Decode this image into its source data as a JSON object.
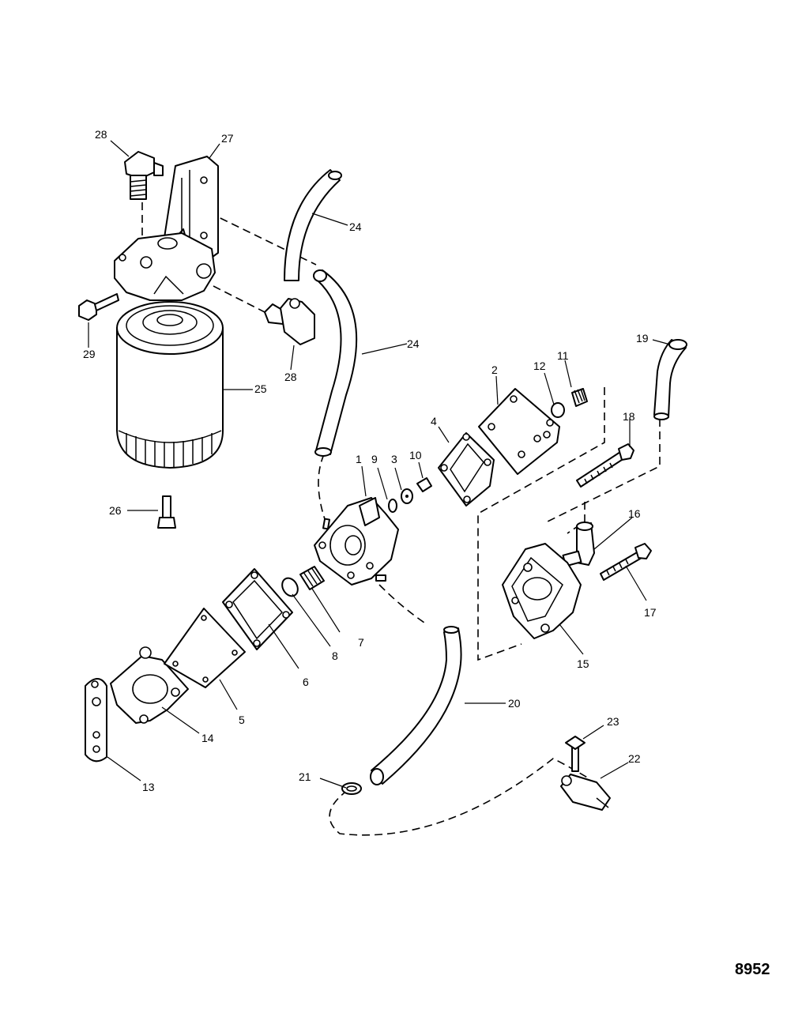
{
  "figure_number": "8952",
  "labels": {
    "p1": "1",
    "p2": "2",
    "p3": "3",
    "p4": "4",
    "p5": "5",
    "p6": "6",
    "p7": "7",
    "p8": "8",
    "p9": "9",
    "p10": "10",
    "p11": "11",
    "p12": "12",
    "p13": "13",
    "p14": "14",
    "p15": "15",
    "p16": "16",
    "p17": "17",
    "p18": "18",
    "p19": "19",
    "p20": "20",
    "p21": "21",
    "p22": "22",
    "p23": "23",
    "p24a": "24",
    "p24b": "24",
    "p25": "25",
    "p26": "26",
    "p27": "27",
    "p28a": "28",
    "p28b": "28",
    "p29": "29"
  }
}
